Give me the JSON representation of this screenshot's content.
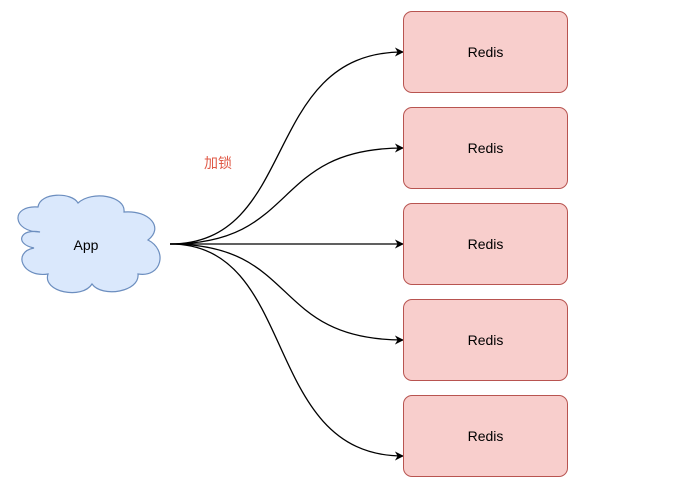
{
  "diagram": {
    "source": {
      "label": "App",
      "shape": "cloud-icon",
      "fill": "#dae8fc",
      "stroke": "#6c8ebf"
    },
    "annotation": {
      "label": "加锁",
      "color": "#e05a47"
    },
    "targets": [
      {
        "label": "Redis"
      },
      {
        "label": "Redis"
      },
      {
        "label": "Redis"
      },
      {
        "label": "Redis"
      },
      {
        "label": "Redis"
      }
    ],
    "node_fill": "#f8cecc",
    "node_stroke": "#b85450",
    "edge_color": "#000000"
  }
}
